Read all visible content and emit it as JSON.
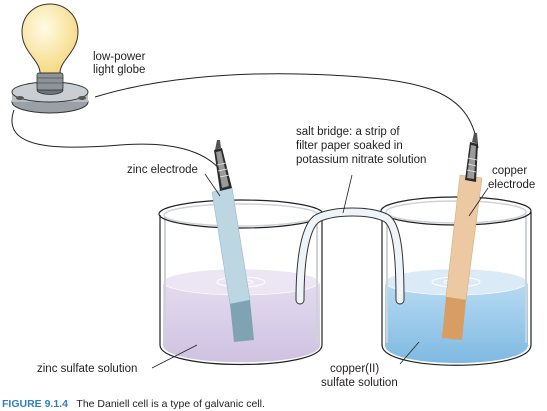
{
  "labels": {
    "globe_line1": "low-power",
    "globe_line2": "light globe",
    "salt_bridge_line1": "salt bridge: a strip of",
    "salt_bridge_line2": "filter paper soaked in",
    "salt_bridge_line3": "potassium nitrate solution",
    "zinc_electrode": "zinc electrode",
    "copper_line1": "copper",
    "copper_line2": "electrode",
    "zinc_solution": "zinc sulfate solution",
    "copper_solution_line1": "copper(II)",
    "copper_solution_line2": "sulfate solution"
  },
  "caption": {
    "number": "FIGURE 9.1.4",
    "text": "The Daniell cell is a type of galvanic cell."
  },
  "colors": {
    "zinc_solution": "#d9cfe6",
    "copper_solution": "#8fc3e6",
    "zinc_electrode": "#b9d3df",
    "copper_electrode": "#e8c49c",
    "bulb": "#fbe7a1",
    "caption_accent": "#2f7fbf"
  }
}
